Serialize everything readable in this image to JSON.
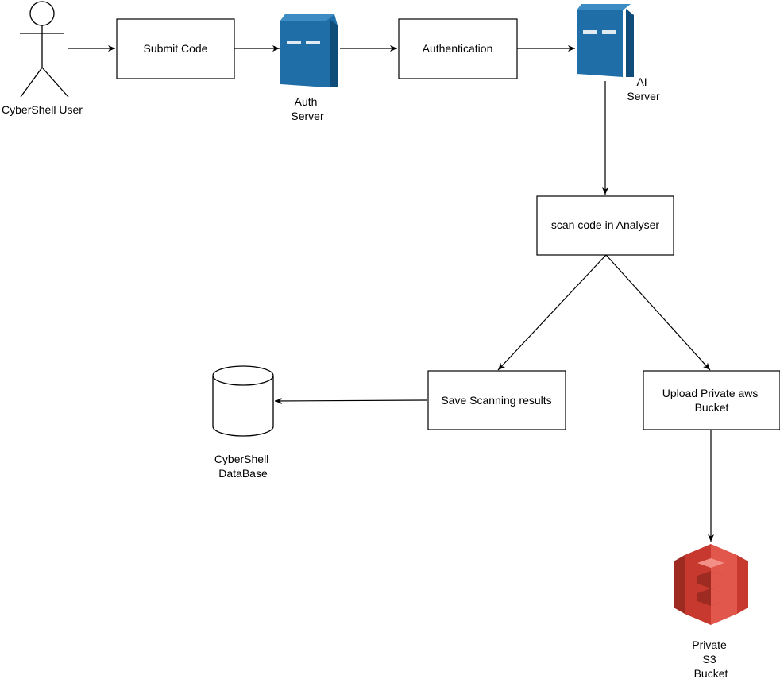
{
  "nodes": {
    "user": {
      "label": "CyberShell User"
    },
    "submit_code": {
      "label": "Submit Code"
    },
    "auth_server": {
      "label_lines": [
        "Auth",
        "Server"
      ]
    },
    "authentication": {
      "label": "Authentication"
    },
    "ai_server": {
      "label_lines": [
        "AI",
        "Server"
      ]
    },
    "scan_code": {
      "label": "scan code in Analyser"
    },
    "save_results": {
      "label": "Save Scanning results"
    },
    "upload_bucket": {
      "label_lines": [
        "Upload Private aws",
        "Bucket"
      ]
    },
    "database": {
      "label_lines": [
        "CyberShell",
        "DataBase"
      ]
    },
    "s3_bucket": {
      "label_lines": [
        "Private",
        "S3",
        "Bucket"
      ]
    }
  },
  "edges": [
    {
      "from": "user",
      "to": "submit_code"
    },
    {
      "from": "submit_code",
      "to": "auth_server"
    },
    {
      "from": "auth_server",
      "to": "authentication"
    },
    {
      "from": "authentication",
      "to": "ai_server"
    },
    {
      "from": "ai_server",
      "to": "scan_code"
    },
    {
      "from": "scan_code",
      "to": "save_results"
    },
    {
      "from": "scan_code",
      "to": "upload_bucket"
    },
    {
      "from": "save_results",
      "to": "database"
    },
    {
      "from": "upload_bucket",
      "to": "s3_bucket"
    }
  ],
  "colors": {
    "server": "#1f6ea8",
    "server_dark": "#0f4c7a",
    "s3_dark": "#9d2b22",
    "s3_mid": "#c7392e",
    "s3_light": "#e2574c"
  }
}
